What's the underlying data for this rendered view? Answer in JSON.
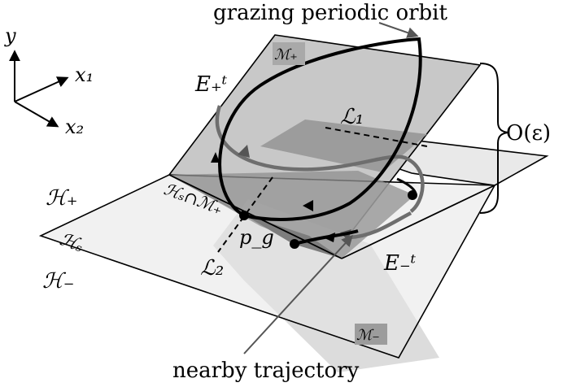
{
  "labels": {
    "grazing_orbit": "grazing periodic orbit",
    "nearby_trajectory": "nearby trajectory",
    "y_axis": "y",
    "x1_axis": "x₁",
    "x2_axis": "x₂",
    "M_plus": "ℳ₊",
    "M_minus": "ℳ₋",
    "E_plus": "E₊ᵗ",
    "E_minus": "E₋ᵗ",
    "L1": "ℒ₁",
    "L2": "ℒ₂",
    "O_eps": "O(ε)",
    "H_plus": "ℋ₊",
    "H_s": "ℋₛ",
    "H_minus": "ℋ₋",
    "Hs_cap_Mplus": "ℋₛ∩ℳ₊",
    "p_g": "p_g"
  },
  "colors": {
    "plane_light": "#e6e6e6",
    "plane_mid": "#c4c4c4",
    "plane_dark": "#9a9a9a",
    "stroke": "#000000",
    "trajectory_gray": "#6e6e6e"
  }
}
